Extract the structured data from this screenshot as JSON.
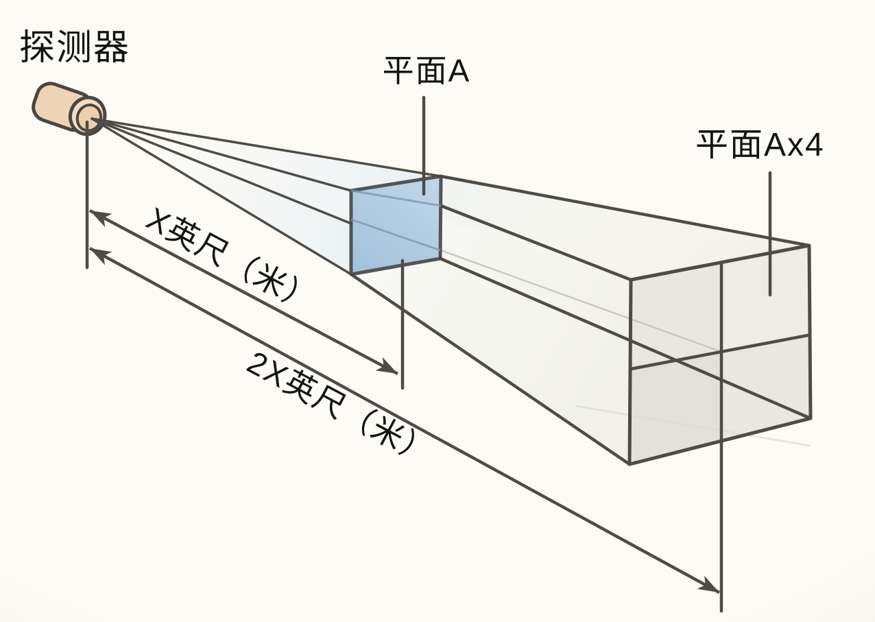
{
  "figure": {
    "labels": {
      "detector": "探测器",
      "plane_a": "平面A",
      "plane_ax4": "平面Ax4",
      "distance_x": "X英尺（米）",
      "distance_2x": "2X英尺（米）"
    },
    "colors": {
      "background": "#fcfbf6",
      "line": "#4f4c46",
      "text": "#141414",
      "plane_a_fill_top": "#bad4e9",
      "plane_a_fill_bottom": "#9cbeda",
      "far_plane_fill": "#e8e7e2",
      "far_plane_fill_light": "#edece7",
      "far_plane_fill_dark": "#e2e1dc",
      "beam_tint": "#e3edf5",
      "detector_body": "#eed4b6",
      "detector_rim": "#f3ddc3",
      "detector_face": "#ecd0ae"
    }
  }
}
